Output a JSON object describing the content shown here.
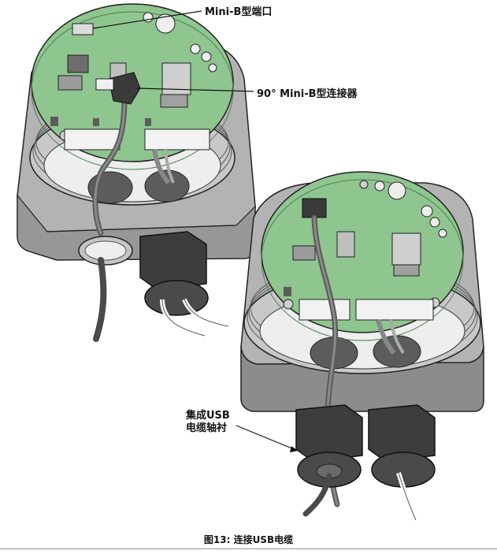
{
  "labels": {
    "mini_b_port": "Mini-B型端口",
    "connector_90": "90° Mini-B型连接器",
    "usb_gland_line1": "集成USB",
    "usb_gland_line2": "电缆轴衬"
  },
  "caption": "图13: 连接USB电缆",
  "colors": {
    "housing_light": "#d2d2d2",
    "housing_mid": "#a9a9a9",
    "housing_dark": "#7c7c7c",
    "pcb_green": "#8fc58f",
    "pcb_dark": "#5f9e66",
    "gland": "#3d3d3d",
    "cable": "#5a5a5a",
    "terminal": "#f2f2f2"
  }
}
